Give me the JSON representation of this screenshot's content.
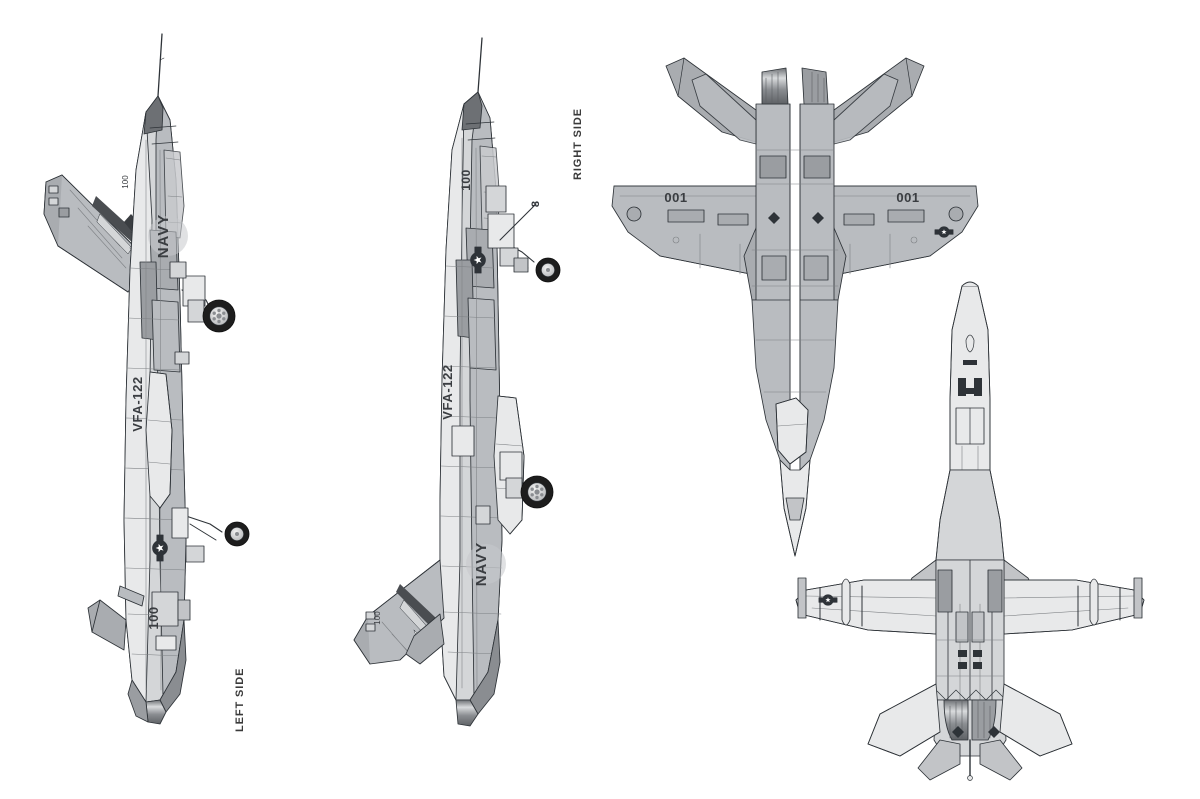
{
  "sheet": {
    "background": "#ffffff",
    "title": "F/A-18 four-view technical illustration"
  },
  "palette": {
    "background": "#ffffff",
    "outline": "#2e3338",
    "light_gray": "#e8e9ea",
    "mid_gray": "#b9bcc0",
    "body_gray": "#a9acb0",
    "dark_gray": "#85888c",
    "shadow_gray": "#6d7074",
    "tire_black": "#1d1d1d",
    "marking_gray": "#4a4d51",
    "text": "#3a3a3a"
  },
  "views": [
    {
      "id": "left-side",
      "label": "LEFT SIDE",
      "orientation": "rotated-90",
      "markings": {
        "service": "NAVY",
        "squadron": "VFA-122",
        "modex": "100",
        "insignia": "star-and-bar"
      }
    },
    {
      "id": "right-side",
      "label": "RIGHT SIDE",
      "orientation": "rotated-90",
      "markings": {
        "service": "NAVY",
        "squadron": "VFA-122",
        "modex": "100",
        "insignia": "star-and-bar"
      },
      "callouts": [
        {
          "number": "8",
          "target": "nose-landing-gear-bay"
        }
      ]
    },
    {
      "id": "top-plan",
      "label": "",
      "orientation": "plan-from-above",
      "markings": {
        "modex_left_wing": "100",
        "modex_right_wing": "100",
        "insignia": "star-and-bar"
      }
    },
    {
      "id": "bottom-plan",
      "label": "",
      "orientation": "plan-from-below",
      "markings": {
        "insignia": "star-and-bar"
      }
    }
  ],
  "labels": {
    "left_side": "LEFT SIDE",
    "right_side": "RIGHT SIDE"
  },
  "texts": {
    "navy": "NAVY",
    "squadron": "VFA-122",
    "modex": "100",
    "modex_flipped": "001",
    "callout_8": "8"
  }
}
